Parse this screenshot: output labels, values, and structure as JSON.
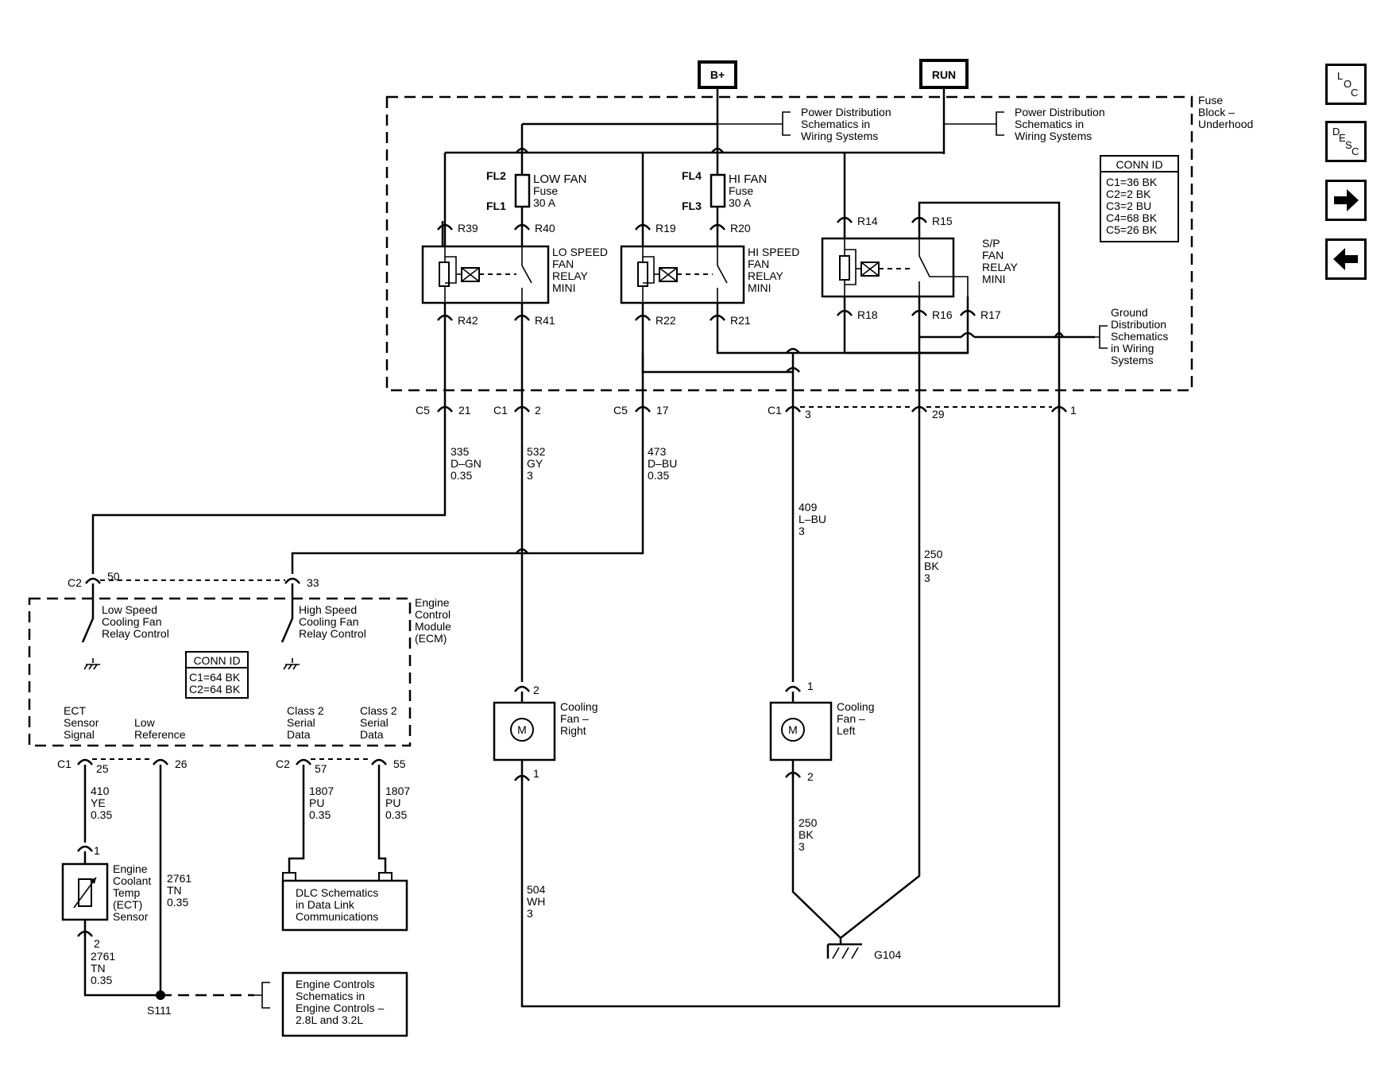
{
  "nav": {
    "loc": [
      "L",
      "O",
      "C"
    ],
    "desc": [
      "D",
      "E",
      "S",
      "C"
    ],
    "forward": "forward-arrow-icon",
    "back": "back-arrow-icon"
  },
  "power": {
    "bplus": "B+",
    "run": "RUN"
  },
  "fuse_block": {
    "name": [
      "Fuse",
      "Block –",
      "Underhood"
    ]
  },
  "power_ref1": [
    "Power Distribution",
    "Schematics in",
    "Wiring Systems"
  ],
  "power_ref2": [
    "Power Distribution",
    "Schematics in",
    "Wiring Systems"
  ],
  "conn_id_fb": {
    "title": "CONN ID",
    "rows": [
      "C1=36 BK",
      "C2=2 BK",
      "C3=2 BU",
      "C4=68 BK",
      "C5=26 BK"
    ]
  },
  "fuses": {
    "low": {
      "top": "FL2",
      "bottom": "FL1",
      "name": [
        "LOW FAN",
        "Fuse",
        "30 A"
      ]
    },
    "hi": {
      "top": "FL4",
      "bottom": "FL3",
      "name": [
        "HI FAN",
        "Fuse",
        "30 A"
      ]
    }
  },
  "relays": {
    "lo": {
      "name": [
        "LO SPEED",
        "FAN",
        "RELAY",
        "MINI"
      ],
      "t1": "R39",
      "t2": "R40",
      "b1": "R42",
      "b2": "R41"
    },
    "hi": {
      "name": [
        "HI SPEED",
        "FAN",
        "RELAY",
        "MINI"
      ],
      "t1": "R19",
      "t2": "R20",
      "b1": "R22",
      "b2": "R21"
    },
    "sp": {
      "name": [
        "S/P",
        "FAN",
        "RELAY",
        "MINI"
      ],
      "t1": "R14",
      "t2": "R15",
      "b1": "R18",
      "b2": "R16",
      "b3": "R17"
    }
  },
  "ground_ref": [
    "Ground",
    "Distribution",
    "Schematics",
    "in Wiring",
    "Systems"
  ],
  "fb_pins": {
    "p1": {
      "conn": "C5",
      "pin": "21"
    },
    "p2": {
      "conn": "C1",
      "pin": "2"
    },
    "p3": {
      "conn": "C5",
      "pin": "17"
    },
    "p4": {
      "conn": "C1",
      "pin": "3"
    },
    "p5": {
      "pin": "29"
    },
    "p6": {
      "pin": "1"
    }
  },
  "wires": {
    "w335": [
      "335",
      "D–GN",
      "0.35"
    ],
    "w532": [
      "532",
      "GY",
      "3"
    ],
    "w473": [
      "473",
      "D–BU",
      "0.35"
    ],
    "w409": [
      "409",
      "L–BU",
      "3"
    ],
    "w250a": [
      "250",
      "BK",
      "3"
    ],
    "w250b": [
      "250",
      "BK",
      "3"
    ],
    "w504": [
      "504",
      "WH",
      "3"
    ],
    "w410": [
      "410",
      "YE",
      "0.35"
    ],
    "w2761a": [
      "2761",
      "TN",
      "0.35"
    ],
    "w2761b": [
      "2761",
      "TN",
      "0.35"
    ],
    "w1807a": [
      "1807",
      "PU",
      "0.35"
    ],
    "w1807b": [
      "1807",
      "PU",
      "0.35"
    ]
  },
  "ecm": {
    "name": [
      "Engine",
      "Control",
      "Module",
      "(ECM)"
    ],
    "top_c2": {
      "conn": "C2",
      "pin": "50"
    },
    "top_33": {
      "pin": "33"
    },
    "low_speed": [
      "Low Speed",
      "Cooling Fan",
      "Relay Control"
    ],
    "high_speed": [
      "High Speed",
      "Cooling Fan",
      "Relay Control"
    ],
    "conn_id": {
      "title": "CONN ID",
      "rows": [
        "C1=64 BK",
        "C2=64 BK"
      ]
    },
    "ect_signal": [
      "ECT",
      "Sensor",
      "Signal"
    ],
    "low_ref": [
      "Low",
      "Reference"
    ],
    "class2a": [
      "Class 2",
      "Serial",
      "Data"
    ],
    "class2b": [
      "Class 2",
      "Serial",
      "Data"
    ],
    "bot_c1": {
      "conn": "C1",
      "pin": "25"
    },
    "bot_26": {
      "pin": "26"
    },
    "bot_c2": {
      "conn": "C2",
      "pin": "57"
    },
    "bot_55": {
      "pin": "55"
    }
  },
  "fan_right": {
    "label": [
      "Cooling",
      "Fan –",
      "Right"
    ],
    "pin_top": "2",
    "pin_bot": "1",
    "motor": "M"
  },
  "fan_left": {
    "label": [
      "Cooling",
      "Fan –",
      "Left"
    ],
    "pin_top": "1",
    "pin_bot": "2",
    "motor": "M"
  },
  "ground": {
    "name": "G104"
  },
  "ect_sensor": {
    "label": [
      "Engine",
      "Coolant",
      "Temp",
      "(ECT)",
      "Sensor"
    ],
    "pin_top": "1",
    "pin_bot": "2"
  },
  "dlc_ref": [
    "DLC Schematics",
    "in Data Link",
    "Communications"
  ],
  "eng_ref": [
    "Engine Controls",
    "Schematics in",
    "Engine Controls –",
    "2.8L and 3.2L"
  ],
  "splice": {
    "name": "S111"
  }
}
